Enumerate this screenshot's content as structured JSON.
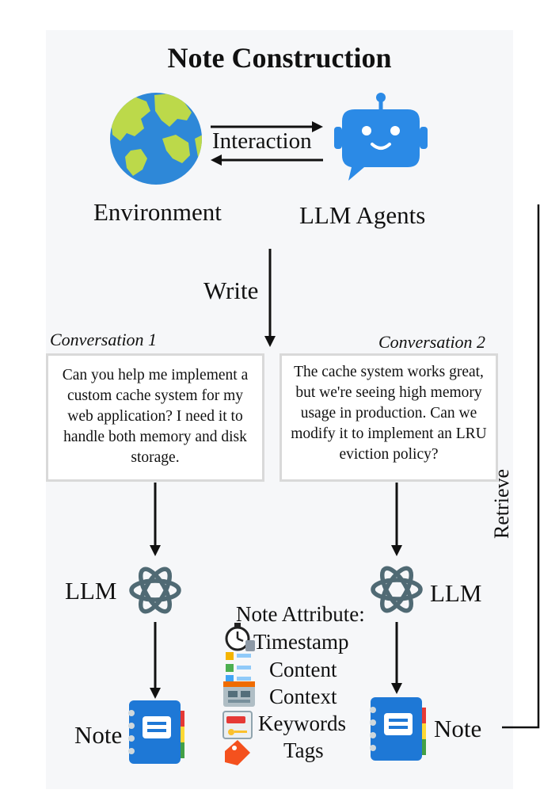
{
  "title": "Note Construction",
  "environment_label": "Environment",
  "agents_label": "LLM Agents",
  "interaction_label": "Interaction",
  "write_label": "Write",
  "retrieve_label": "Retrieve",
  "conversation1": {
    "title": "Conversation 1",
    "text": "Can you help me implement a custom cache system for my web application? I need it to handle both memory and disk storage."
  },
  "conversation2": {
    "title": "Conversation 2",
    "text": "The cache system works great, but we're seeing high memory usage in production. Can we modify it to implement an LRU eviction policy?"
  },
  "llm_left_label": "LLM",
  "llm_right_label": "LLM",
  "note_left_label": "Note",
  "note_right_label": "Note",
  "note_attribute": {
    "heading": "Note Attribute:",
    "items": [
      "Timestamp",
      "Content",
      "Context",
      "Keywords",
      "Tags"
    ]
  },
  "icons": {
    "environment": "globe-icon",
    "agents": "robot-chat-icon",
    "llm": "openai-logo-icon",
    "note": "notebook-icon"
  },
  "colors": {
    "panel_bg": "#f6f7f9",
    "globe_ocean": "#2e88d8",
    "globe_land": "#bcd94a",
    "robot_blue": "#2b8ae6",
    "notebook_blue": "#1e78d6"
  }
}
